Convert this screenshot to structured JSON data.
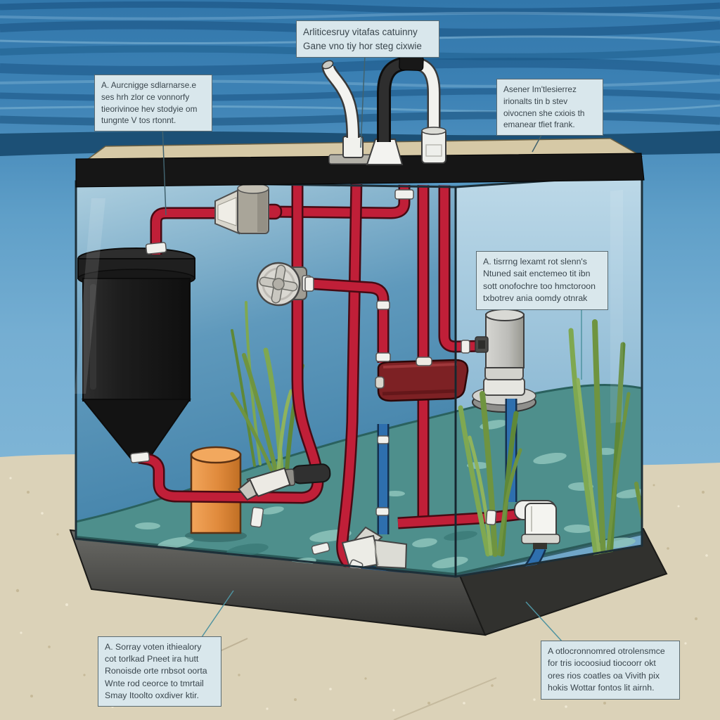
{
  "diagram_type": "aquarium-plumbing-illustration",
  "labels": {
    "top_center": {
      "lines": [
        "Arliticesruy vitafas catuinny",
        "Gane vno tiy hor steg cixwie"
      ]
    },
    "top_left": {
      "lines": [
        "A. Aurcnigge sdlarnarse.e",
        "ses hrh zlor ce vonnorfy",
        "tieorivinoe hev stodyie om",
        "tungnte V tos rtonnt."
      ]
    },
    "top_right": {
      "lines": [
        "Asener Im'tlesierrez",
        "irionalts tin b stev",
        "oivocnen she cxiois th",
        "emanear tfiet frank."
      ]
    },
    "mid_right": {
      "lines": [
        "A. tisrrng lexamt rot slenn's",
        "Ntuned sait enctemeo tit ibn",
        "sott onofochre too hmctoroon",
        "txbotrev ania oomdy otnrak"
      ]
    },
    "bottom_left": {
      "lines": [
        "A. Sorray voten ithiealory",
        "cot torlkad Pneet ira hutt",
        "Ronoisde orte rnbsot oorta",
        "Wnte rod ceorce to tmrtail",
        "Smay Itoolto oxdiver ktir."
      ]
    },
    "bottom_right": {
      "lines": [
        "A otlocronnomred otrolensmce",
        "for tris iocoosiud tiocoorr okt",
        "ores rios coatles oa Vivith pix",
        "hokis Wottar fontos lit airnh."
      ]
    }
  },
  "components": [
    "aquarium-tank",
    "canister-filter",
    "orange-cylinder",
    "circulation-pump",
    "red-supply-pipes",
    "blue-return-pipes",
    "manifold-valve",
    "union-fitting",
    "gate-valve-wheel",
    "spray-nozzle",
    "outlet-elbow",
    "bottom-junction",
    "faucet-spout",
    "arch-pipe",
    "aquatic-plants",
    "sand-substrate",
    "water-background"
  ],
  "colors": {
    "water_top": "#3b80b4",
    "water_dark_band": "#17496e",
    "tank_interior": "#5b98bb",
    "substrate_teal": "#4e8f8c",
    "sand": "#dbd2b8",
    "pipe_red": "#c01f38",
    "pipe_blue": "#2e6fae",
    "canister_black": "#1a1a1a",
    "cylinder_orange": "#e08a3c",
    "manifold_dark_red": "#7d2124",
    "label_background": "#d9e7ec",
    "label_border": "#5a6b72",
    "label_text": "#3a464d"
  }
}
